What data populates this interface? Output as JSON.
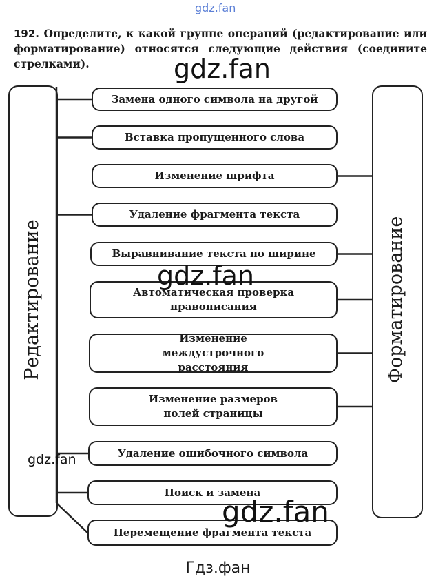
{
  "watermark_top": "gdz.fan",
  "task": {
    "number": "192.",
    "text": "Определите, к какой группе операций (редактирование или форматирование) относятся следующие действия (соедините стрелками)."
  },
  "groups": {
    "left": "Редактирование",
    "right": "Форматирование"
  },
  "items": [
    {
      "label": "Замена одного символа на другой",
      "group": "left"
    },
    {
      "label": "Вставка пропущенного слова",
      "group": "left"
    },
    {
      "label": "Изменение шрифта",
      "group": "right"
    },
    {
      "label": "Удаление фрагмента текста",
      "group": "left"
    },
    {
      "label": "Выравнивание текста по ширине",
      "group": "right"
    },
    {
      "label": "Автоматическая проверка правописания",
      "group": "right"
    },
    {
      "label": "Изменение междустрочного расстояния",
      "group": "right"
    },
    {
      "label": "Изменение размеров полей страницы",
      "group": "right"
    },
    {
      "label": "Удаление ошибочного символа",
      "group": "left"
    },
    {
      "label": "Поиск и замена",
      "group": "left"
    },
    {
      "label": "Перемещение фрагмента текста",
      "group": "left"
    }
  ],
  "watermarks": [
    "gdz.fan",
    "gdz.fan",
    "gdz.fan",
    "gdz.fan"
  ],
  "footer": "Гдз.фан"
}
